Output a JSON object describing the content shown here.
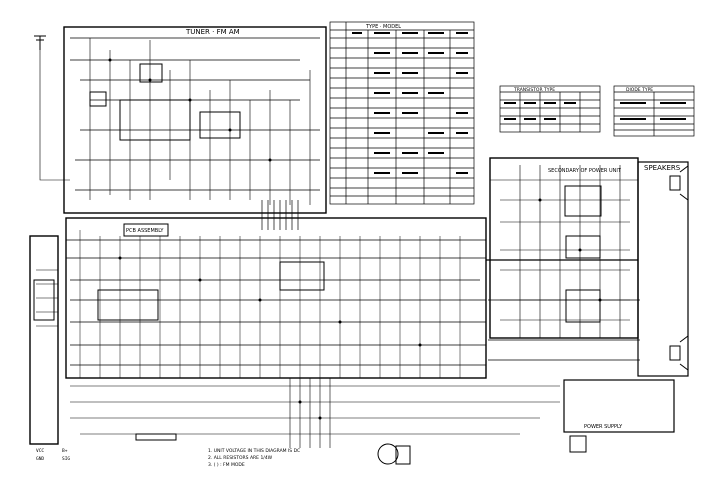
{
  "sheet": {
    "tuner_title": "TUNER · FM AM",
    "speaker_title": "SPEAKERS",
    "power_note": "SECONDARY OF POWER UNIT",
    "sub_title": "POWER SUPPLY",
    "pcb_label": "PCB ASSEMBLY",
    "notes": [
      "1. UNIT VOLTAGE IN THIS DIAGRAM IS DC",
      "2. ALL RESISTORS ARE 1/4W",
      "3. ( ) : FM MODE"
    ],
    "legend": [
      "VCC",
      "GND",
      "B+",
      "SIG"
    ]
  },
  "tables": {
    "main_header": "TYPE · MODEL",
    "transistor_header": "TRANSISTOR TYPE",
    "diode_header": "DIODE TYPE"
  },
  "colors": {
    "ink": "#000000",
    "paper": "#ffffff"
  }
}
